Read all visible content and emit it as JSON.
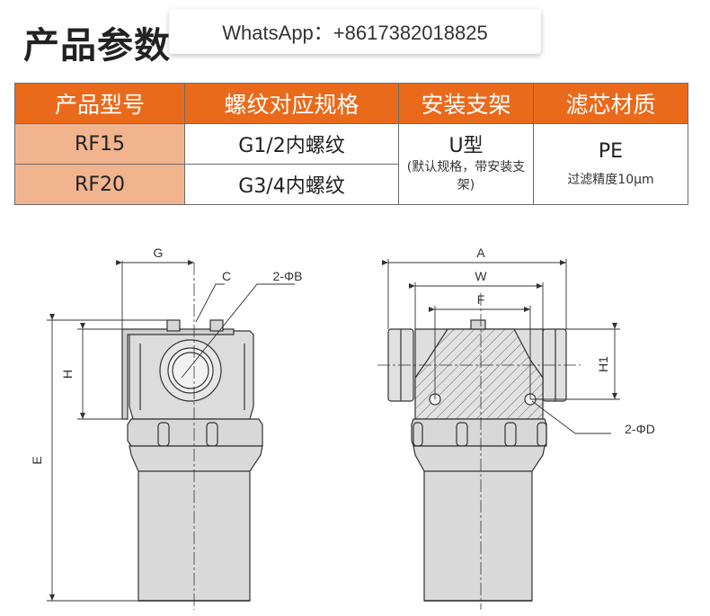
{
  "title": "产品参数",
  "watermark": "WhatsApp：+8617382018825",
  "table": {
    "headers": [
      "产品型号",
      "螺纹对应规格",
      "安装支架",
      "滤芯材质"
    ],
    "rows": [
      {
        "model": "RF15",
        "thread": "G1/2内螺纹"
      },
      {
        "model": "RF20",
        "thread": "G3/4内螺纹"
      }
    ],
    "bracket": {
      "main": "U型",
      "note": "(默认规格，带安装支架)"
    },
    "media": {
      "main": "PE",
      "note": "过滤精度10μm"
    }
  },
  "drawing_labels": {
    "G": "G",
    "C": "C",
    "B": "2-ΦB",
    "H": "H",
    "E": "E",
    "A": "A",
    "W": "W",
    "F": "F",
    "H1": "H1",
    "D": "2-ΦD"
  },
  "colors": {
    "header": "#ea6a1c",
    "model_cell": "#f1b48f",
    "line": "#333333"
  }
}
